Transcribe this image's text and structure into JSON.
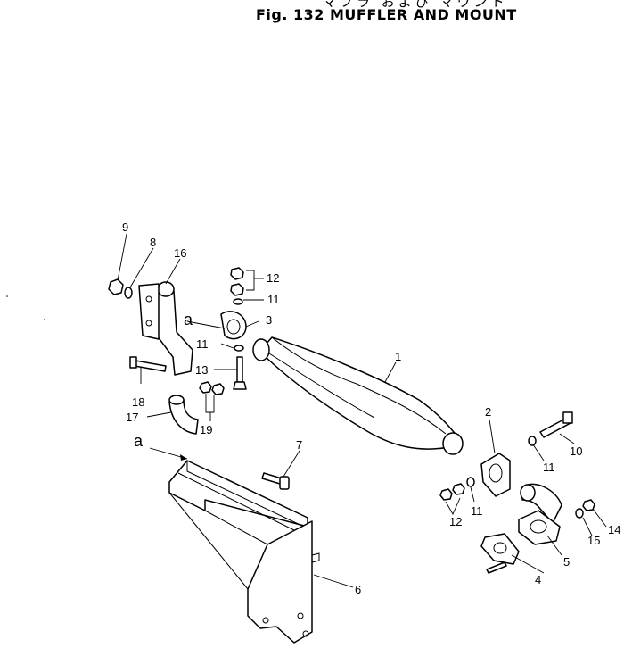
{
  "title_jp": "マフラ および マウント",
  "title": "Fig. 132 MUFFLER AND MOUNT",
  "labels": [
    "1",
    "2",
    "3",
    "4",
    "5",
    "6",
    "7",
    "8",
    "9",
    "10",
    "11",
    "11",
    "11",
    "11",
    "12",
    "12",
    "13",
    "14",
    "15",
    "16",
    "17",
    "18",
    "19"
  ],
  "reference_marks": [
    "a",
    "a"
  ]
}
